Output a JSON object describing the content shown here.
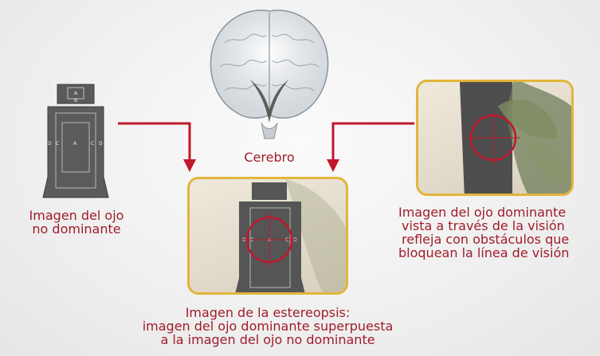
{
  "brain_label": "Cerebro",
  "left_caption": [
    "Imagen del ojo",
    "no dominante"
  ],
  "right_caption": [
    "Imagen del ojo dominante",
    "vista a través de la visión",
    "refleja con obstáculos que",
    "bloquean la línea de visión"
  ],
  "bottom_caption": [
    "Imagen de la estereopsis:",
    "imagen del ojo dominante superpuesta",
    "a la imagen del ojo no dominante"
  ],
  "target_zones": {
    "head_top": "A",
    "head_bottom": "B",
    "left_outer": "D",
    "left_inner": "C",
    "center": "A",
    "right_inner": "C",
    "right_outer": "D"
  },
  "colors": {
    "accent": "#a01c2a",
    "frame": "#e2b53a",
    "arrow": "#c0182c"
  }
}
